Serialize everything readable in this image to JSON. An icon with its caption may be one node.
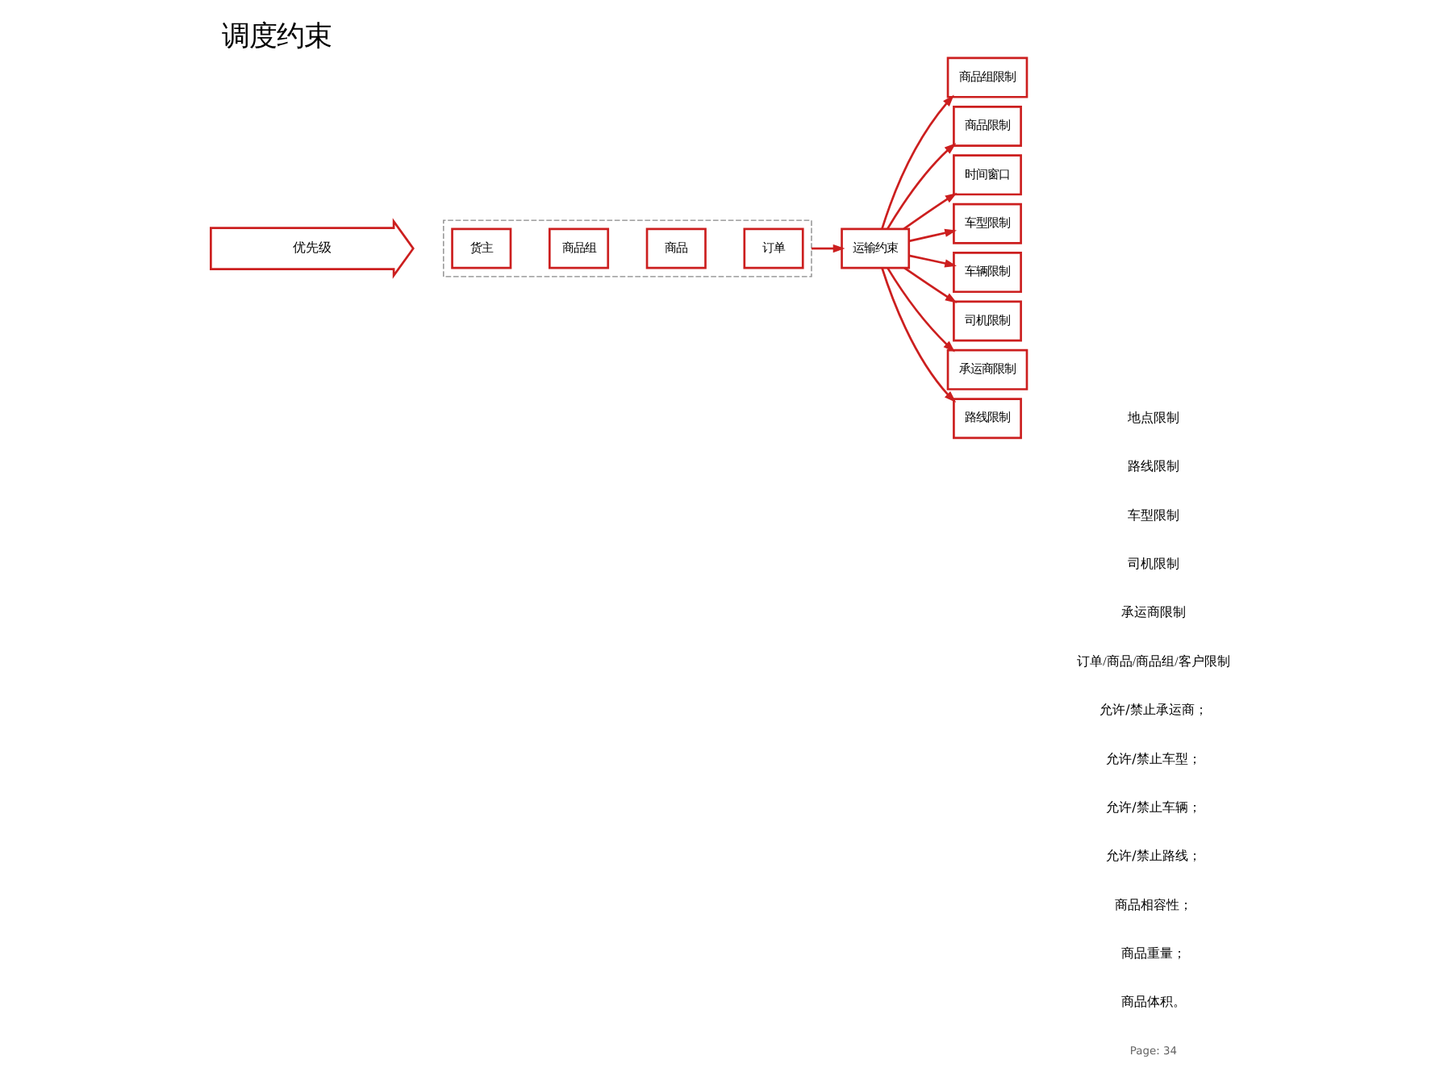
{
  "diagram": {
    "title": "调度约束",
    "nodes": [
      {
        "text": [
          "优先级"
        ]
      },
      {
        "text": [],
        "shape": "box"
      },
      {
        "text": [
          "货主"
        ],
        "in": 1
      },
      {
        "text": [
          "商品组"
        ],
        "in": 1
      },
      {
        "text": [
          "商品"
        ],
        "in": 1
      },
      {
        "text": [
          "订单"
        ],
        "in": 1
      },
      {
        "text": [
          "运输约束"
        ]
      },
      {
        "text": [
          "商品组限制"
        ]
      },
      {
        "text": [
          "商品限制"
        ]
      },
      {
        "text": [
          "时间窗口"
        ]
      },
      {
        "text": [
          "车型限制"
        ]
      },
      {
        "text": [
          "车辆限制"
        ]
      },
      {
        "text": [
          "司机限制"
        ]
      },
      {
        "text": [
          "承运商限制"
        ]
      },
      {
        "text": [
          "路线限制"
        ]
      }
    ],
    "edges": [
      {
        "from": 1,
        "to": 6,
        "arrow": "to"
      },
      {
        "from": 6,
        "to": 7,
        "arrow": "to"
      },
      {
        "from": 6,
        "to": 8,
        "arrow": "to"
      },
      {
        "from": 6,
        "to": 9,
        "arrow": "to"
      },
      {
        "from": 6,
        "to": 10,
        "arrow": "to"
      },
      {
        "from": 6,
        "to": 11,
        "arrow": "to"
      },
      {
        "from": 6,
        "to": 12,
        "arrow": "to"
      },
      {
        "from": 6,
        "to": 13,
        "arrow": "to"
      },
      {
        "from": 6,
        "to": 14,
        "arrow": "to"
      }
    ],
    "labels": [
      "地点限制",
      "路线限制",
      "车型限制",
      "司机限制",
      "承运商限制",
      "订单/商品/商品组/客户限制",
      "允许/禁止承运商；",
      "允许/禁止车型；",
      "允许/禁止车辆；",
      "允许/禁止路线；",
      "商品相容性；",
      "商品重量；",
      "商品体积。",
      "Page: 34"
    ]
  }
}
